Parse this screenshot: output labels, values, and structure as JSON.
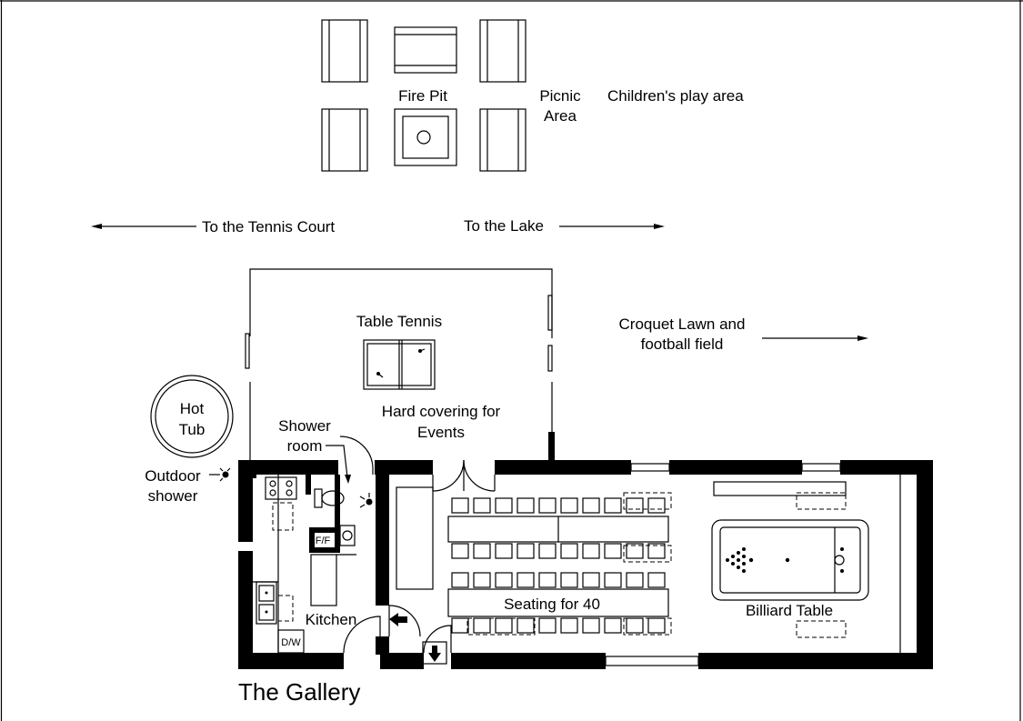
{
  "labels": {
    "fire_pit": "Fire Pit",
    "picnic_1": "Picnic",
    "picnic_2": "Area",
    "play_area": "Children's play area",
    "tennis_court": "To the Tennis Court",
    "lake": "To the Lake",
    "table_tennis": "Table Tennis",
    "croquet_1": "Croquet Lawn and",
    "croquet_2": "football field",
    "hot_tub_1": "Hot",
    "hot_tub_2": "Tub",
    "shower_room_1": "Shower",
    "shower_room_2": "room",
    "hard_cover_1": "Hard covering for",
    "hard_cover_2": "Events",
    "outdoor_shower_1": "Outdoor",
    "outdoor_shower_2": "shower",
    "ff": "F/F",
    "seating": "Seating for 40",
    "billiard": "Billiard Table",
    "kitchen": "Kitchen",
    "dw": "D/W",
    "title": "The Gallery"
  }
}
